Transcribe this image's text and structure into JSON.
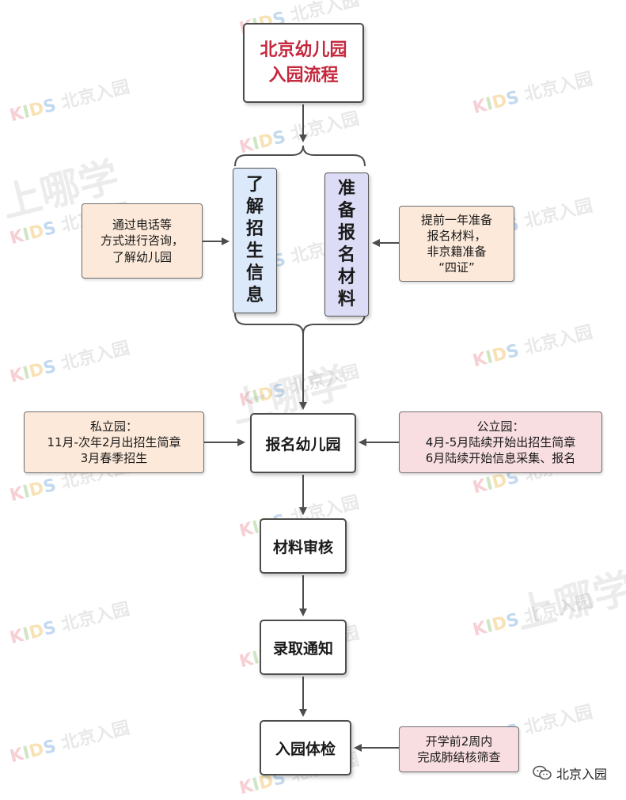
{
  "title": [
    "北京幼儿园",
    "入园流程"
  ],
  "left_column": "了解招生信息",
  "right_column": "准备报名材料",
  "left_note": [
    "通过电话等",
    "方式进行咨询，",
    "了解幼儿园"
  ],
  "right_note": [
    "提前一年准备",
    "报名材料，",
    "非京籍准备",
    "“四证”"
  ],
  "private_note": [
    "私立园：",
    "11月-次年2月出招生简章",
    "3月春季招生"
  ],
  "public_note": [
    "公立园：",
    "4月-5月陆续开始出招生简章",
    "6月陆续开始信息采集、报名"
  ],
  "steps": [
    "报名幼儿园",
    "材料审核",
    "录取通知",
    "入园体检"
  ],
  "exam_note": [
    "开学前2周内",
    "完成肺结核筛查"
  ],
  "watermark_text": "北京入园",
  "watermark_big": "上哪学",
  "badge_text": "北京入园",
  "colors": {
    "title_red": "#c5283d",
    "blue_box": "#dbe9fb",
    "purple_box": "#dcdcf6",
    "peach_note": "#fce9d9",
    "pink_note": "#f8dde1",
    "line": "#4d4d4d"
  }
}
